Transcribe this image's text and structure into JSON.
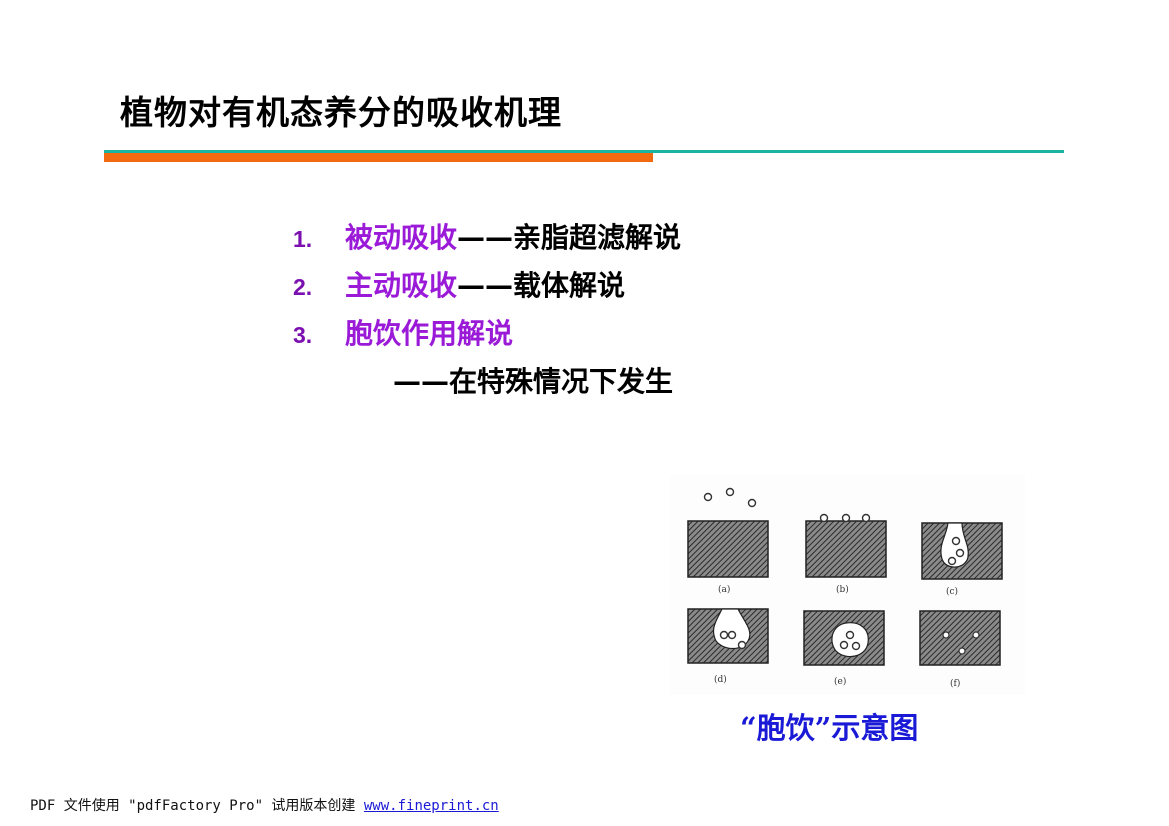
{
  "slide": {
    "title": "植物对有机态养分的吸收机理",
    "items": [
      {
        "num": "1.",
        "highlight": "被动吸收",
        "rest": "——亲脂超滤解说"
      },
      {
        "num": "2.",
        "highlight": "主动吸收",
        "rest": "——载体解说"
      },
      {
        "num": "3.",
        "highlight": "胞饮作用解说",
        "rest": ""
      }
    ],
    "subline": "——在特殊情况下发生"
  },
  "figure": {
    "panel_labels": [
      "(a)",
      "(b)",
      "(c)",
      "(d)",
      "(e)",
      "(f)"
    ],
    "caption": "“胞饮”示意图"
  },
  "footer": {
    "text": "PDF 文件使用 \"pdfFactory Pro\" 试用版本创建 ",
    "link": "www.fineprint.cn"
  },
  "colors": {
    "accent_purple": "#9a1ad8",
    "caption_blue": "#1a1ad6",
    "rule_orange": "#f26a10",
    "rule_teal": "#19b3a0"
  }
}
